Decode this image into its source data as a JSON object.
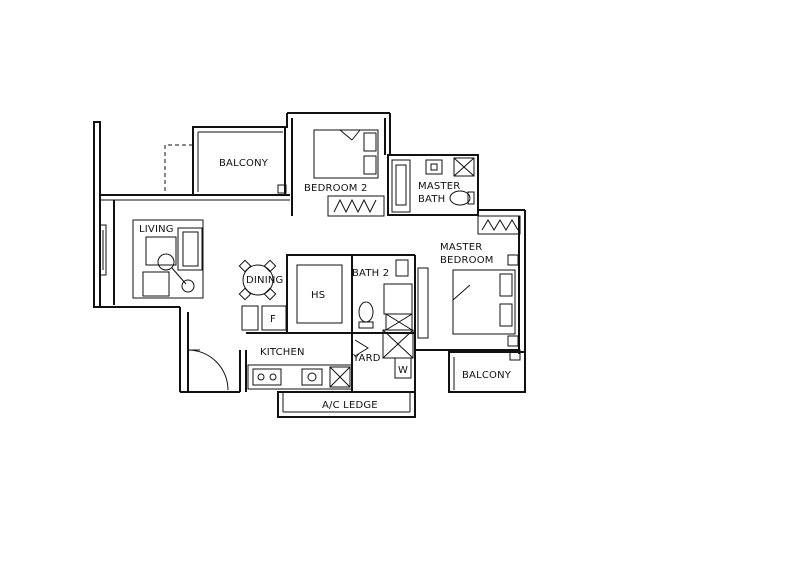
{
  "rooms": {
    "balcony_left": "BALCONY",
    "bedroom_2": "BEDROOM 2",
    "master_bath_line1": "MASTER",
    "master_bath_line2": "BATH",
    "living": "LIVING",
    "dining": "DINING",
    "hs": "HS",
    "bath_2": "BATH 2",
    "master_bedroom_line1": "MASTER",
    "master_bedroom_line2": "BEDROOM",
    "fridge": "F",
    "kitchen": "KITCHEN",
    "yard": "YARD",
    "washer": "W",
    "balcony_right": "BALCONY",
    "ac_ledge": "A/C LEDGE"
  }
}
